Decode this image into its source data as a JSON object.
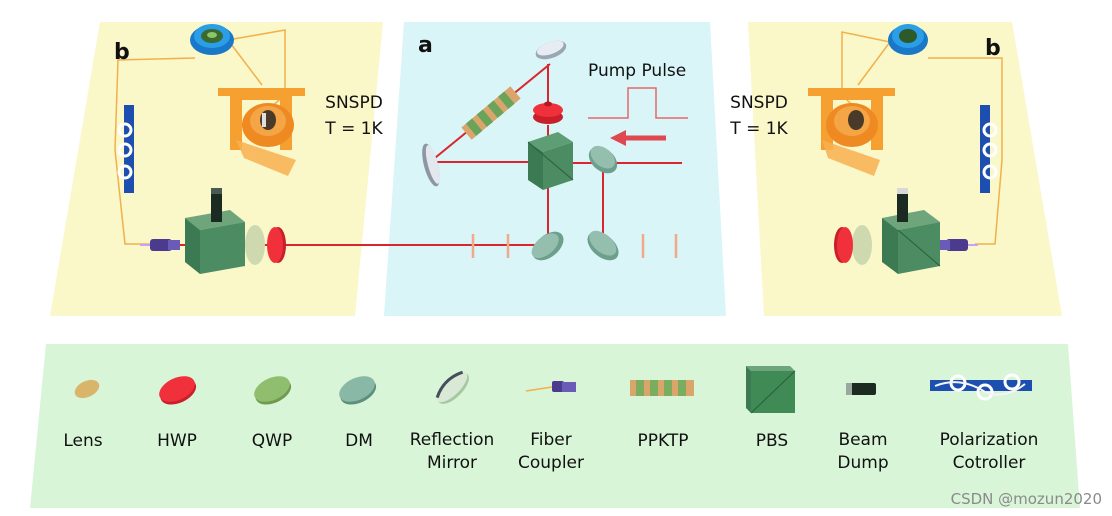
{
  "panels": {
    "center_tag": "a",
    "left_tag": "b",
    "right_tag": "b",
    "pump_label": "Pump Pulse",
    "left_detector": {
      "name": "SNSPD",
      "temp": "T = 1K"
    },
    "right_detector": {
      "name": "SNSPD",
      "temp": "T = 1K"
    }
  },
  "legend": [
    {
      "key": "lens",
      "label": "Lens",
      "icon": "lens-icon"
    },
    {
      "key": "hwp",
      "label": "HWP",
      "icon": "hwp-icon"
    },
    {
      "key": "qwp",
      "label": "QWP",
      "icon": "qwp-icon"
    },
    {
      "key": "dm",
      "label": "DM",
      "icon": "dm-icon"
    },
    {
      "key": "mirror",
      "label": "Reflection\nMirror",
      "icon": "mirror-icon"
    },
    {
      "key": "fiber",
      "label": "Fiber\nCoupler",
      "icon": "fiber-coupler-icon"
    },
    {
      "key": "ppktp",
      "label": "PPKTP",
      "icon": "ppktp-icon"
    },
    {
      "key": "pbs",
      "label": "PBS",
      "icon": "pbs-icon"
    },
    {
      "key": "dump",
      "label": "Beam\nDump",
      "icon": "beam-dump-icon"
    },
    {
      "key": "pc",
      "label": "Polarization\nCotroller",
      "icon": "polarization-controller-icon"
    }
  ],
  "watermark": "CSDN @mozun2020",
  "colors": {
    "left_panel": "#faf7c8",
    "center_panel": "#d9f5f8",
    "legend_panel": "#d8f5d8",
    "beam": "#d9262e",
    "pbs": "#3f8a55",
    "hwp": "#e8262f",
    "fiber": "#f2b04a",
    "cryostat": "#f5a030"
  }
}
